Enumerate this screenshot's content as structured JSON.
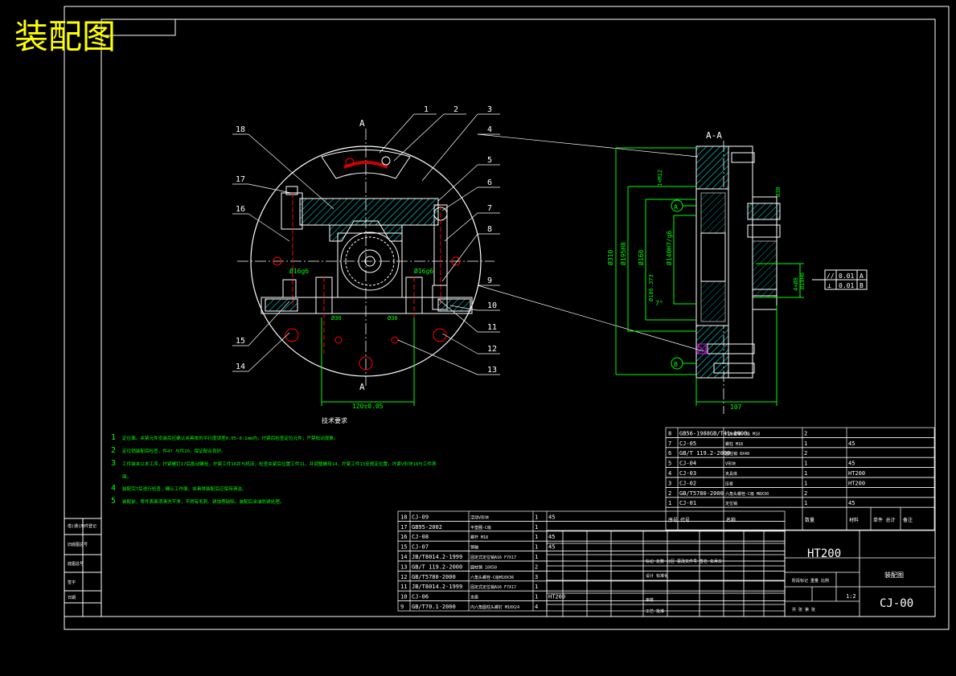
{
  "header": {
    "title": "装配图",
    "title_color": "#ffff00"
  },
  "views": {
    "left_section_mark": "A",
    "left_section_mark_bottom": "A",
    "right_title": "A-A",
    "datum_a": "A",
    "datum_b": "B",
    "part_callouts": [
      "1",
      "2",
      "3",
      "4",
      "5",
      "6",
      "7",
      "8",
      "9",
      "10",
      "11",
      "12",
      "13",
      "14",
      "15",
      "16",
      "17",
      "18"
    ],
    "dims": {
      "d120": "120±0.05",
      "fit_left": "Ø16g6",
      "fit_right": "Ø16g6",
      "bot_left": "Ø30",
      "bot_right": "Ø30",
      "d310": "Ø310",
      "d195": "Ø195H8",
      "d160": "Ø160",
      "d140": "Ø140H7/g6",
      "d106": "Ø106.373",
      "t1": "1×M12",
      "t2": "Ø38",
      "t3": "4×Ø8",
      "t4": "107",
      "t5": "7°",
      "t6": "Ø19H6"
    },
    "tolerance": [
      {
        "sym": "//",
        "val": "0.01",
        "ref": "A"
      },
      {
        "sym": "⊥",
        "val": "0.01",
        "ref": "B"
      }
    ]
  },
  "notes": {
    "heading": "技术要求",
    "items": [
      {
        "no": "1",
        "text": "定位面、夹紧元件安装后应确认夹具体的平行度误差0.05-0.1mm内，拧紧后检查定位元件，严禁松动现象。"
      },
      {
        "no": "2",
        "text": "定位销装配后检查，件47        与件20，保证配合良好。"
      },
      {
        "no": "3",
        "text": "工件装夹以本工序，拧紧螺钉17后扳动螺栓，拧紧工件16并与机床，检查夹紧后位置工件11，并调整螺母14，拧紧工件13至规定位置，拧紧V形块18与工件表"
      },
      {
        "no": "",
        "text": "面。"
      },
      {
        "no": "4",
        "text": "装配完7后进行检查，确认工作面，夹具体装配后应保持清洁。"
      },
      {
        "no": "5",
        "text": "装配前，零件表面须清洗干净，不得有毛刺、锈蚀等缺陷，装配后涂油防锈处理。"
      }
    ]
  },
  "bom_upper": [
    {
      "no": "8",
      "code": "GB56-1988GB/T41-2000",
      "name": "六角螺母-C级 M18",
      "qty": "2",
      "mat": ""
    },
    {
      "no": "7",
      "code": "CJ-05",
      "name": "螺柱 M18",
      "qty": "1",
      "mat": "45"
    },
    {
      "no": "6",
      "code": "GB/T 119.2-2000",
      "name": "圆柱销 8X48",
      "qty": "2",
      "mat": ""
    },
    {
      "no": "5",
      "code": "CJ-04",
      "name": "V形块",
      "qty": "1",
      "mat": "45"
    },
    {
      "no": "4",
      "code": "CJ-03",
      "name": "夹具体",
      "qty": "1",
      "mat": "HT200"
    },
    {
      "no": "3",
      "code": "CJ-02",
      "name": "压板",
      "qty": "1",
      "mat": "HT200"
    },
    {
      "no": "2",
      "code": "GB/T5780-2000",
      "name": "六角头螺栓-C级 M8X30",
      "qty": "2",
      "mat": ""
    },
    {
      "no": "1",
      "code": "CJ-01",
      "name": "定位销",
      "qty": "1",
      "mat": "45"
    }
  ],
  "bom_header": [
    "序号",
    "代号",
    "名称",
    "数量",
    "材料",
    "单件 总计",
    "备注"
  ],
  "bom_lower": [
    {
      "no": "18",
      "code": "CJ-09",
      "name": "活动V形块",
      "qty": "1",
      "mat": "45"
    },
    {
      "no": "17",
      "code": "GB95-2002",
      "name": "平垫圈-C级",
      "qty": "1",
      "mat": ""
    },
    {
      "no": "16",
      "code": "CJ-08",
      "name": "螺杆 M18",
      "qty": "1",
      "mat": "45"
    },
    {
      "no": "15",
      "code": "CJ-07",
      "name": "销轴",
      "qty": "1",
      "mat": "45"
    },
    {
      "no": "14",
      "code": "JB/T8014.2-1999",
      "name": "固定式定位销A16 F7X17",
      "qty": "1",
      "mat": ""
    },
    {
      "no": "13",
      "code": "GB/T 119.2-2000",
      "name": "圆柱销 10X50",
      "qty": "2",
      "mat": ""
    },
    {
      "no": "12",
      "code": "GB/T5780-2000",
      "name": "六角头螺栓-C级M10X36",
      "qty": "3",
      "mat": ""
    },
    {
      "no": "11",
      "code": "JB/T8014.2-1999",
      "name": "固定式定位销A16 F7X17",
      "qty": "1",
      "mat": ""
    },
    {
      "no": "10",
      "code": "CJ-06",
      "name": "支座",
      "qty": "1",
      "mat": "HT200"
    },
    {
      "no": "9",
      "code": "GB/T70.1-2000",
      "name": "内六角圆柱头螺钉 M10X24",
      "qty": "4",
      "mat": ""
    }
  ],
  "title_block": {
    "material": "HT200",
    "drawing_name": "装配图",
    "drawing_no": "CJ-00",
    "scale": "1:2",
    "rows": [
      "标记 处数 分区 更改文件号 签名 年月日",
      "设计 标准化",
      "审核",
      "工艺 批准"
    ],
    "stage": "阶段标记 重量 比例",
    "sheet": "共 张 第 张"
  },
  "side_strip": [
    "借(通)用件登记",
    "旧底图总号",
    "底图总号",
    "签字",
    "日期"
  ],
  "colors": {
    "outline": "#ffffff",
    "green": "#00ff00",
    "red": "#ff0000",
    "yellow": "#ffff00",
    "magenta": "#ff00ff",
    "cyan": "#00ffff"
  }
}
